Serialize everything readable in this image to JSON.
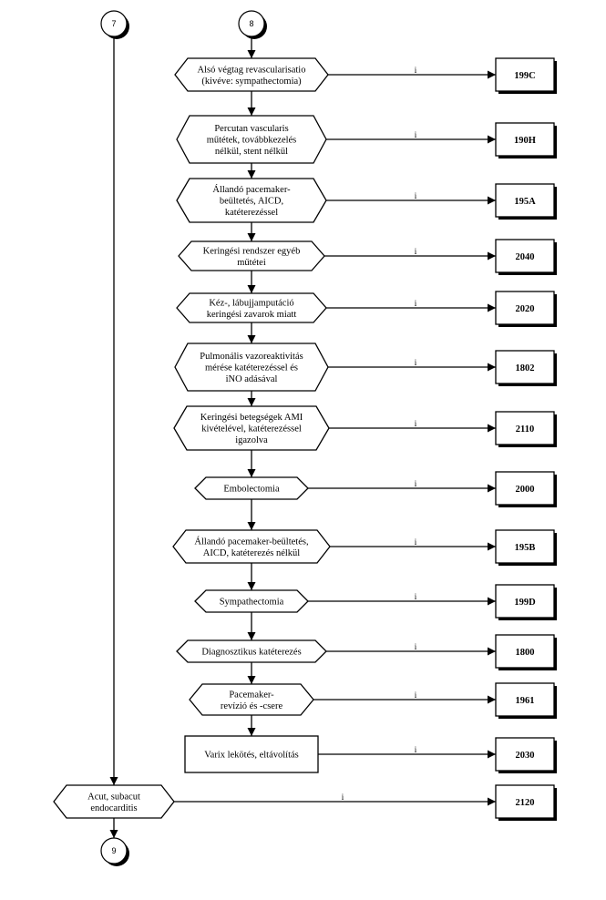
{
  "connectors": {
    "top_left": "7",
    "top_right": "8",
    "bottom": "9"
  },
  "edge_label": "i",
  "nodes": [
    {
      "lines": [
        "Alsó végtag revascularisatio",
        "(kivéve: sympathectomia)"
      ],
      "code": "199C"
    },
    {
      "lines": [
        "Percutan vascularis",
        "műtétek, továbbkezelés",
        "nélkül, stent nélkül"
      ],
      "code": "190H"
    },
    {
      "lines": [
        "Állandó pacemaker-",
        "beültetés, AICD,",
        "katéterezéssel"
      ],
      "code": "195A"
    },
    {
      "lines": [
        "Keringési rendszer egyéb",
        "műtétei"
      ],
      "code": "2040"
    },
    {
      "lines": [
        "Kéz-, lábujjamputáció",
        "keringési zavarok miatt"
      ],
      "code": "2020"
    },
    {
      "lines": [
        "Pulmonális vazoreaktivitás",
        "mérése katéterezéssel és",
        "iNO adásával"
      ],
      "code": "1802"
    },
    {
      "lines": [
        "Keringési betegségek AMI",
        "kivételével, katéterezéssel",
        "igazolva"
      ],
      "code": "2110"
    },
    {
      "lines": [
        "Embolectomia"
      ],
      "code": "2000"
    },
    {
      "lines": [
        "Állandó pacemaker-beültetés,",
        "AICD, katéterezés nélkül"
      ],
      "code": "195B"
    },
    {
      "lines": [
        "Sympathectomia"
      ],
      "code": "199D"
    },
    {
      "lines": [
        "Diagnosztikus katéterezés"
      ],
      "code": "1800"
    },
    {
      "lines": [
        "Pacemaker-",
        "revízió és -csere"
      ],
      "code": "1961"
    },
    {
      "lines": [
        "Varix lekötés, eltávolítás"
      ],
      "code": "2030"
    }
  ],
  "left_node": {
    "lines": [
      "Acut, subacut",
      "endocarditis"
    ],
    "code": "2120"
  }
}
